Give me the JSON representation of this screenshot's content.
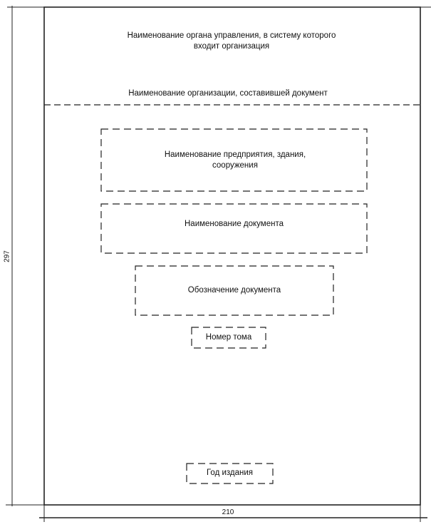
{
  "dimensions": {
    "height_label": "297",
    "width_label": "210"
  },
  "header": {
    "authority": "Наименование органа управления, в систему которого входит организация",
    "organization": "Наименование организации, составившей документ"
  },
  "fields": {
    "enterprise": "Наименование предприятия, здания, сооружения",
    "document_name": "Наименование документа",
    "document_code": "Обозначение документа",
    "volume_number": "Номер тома",
    "year": "Год издания"
  }
}
